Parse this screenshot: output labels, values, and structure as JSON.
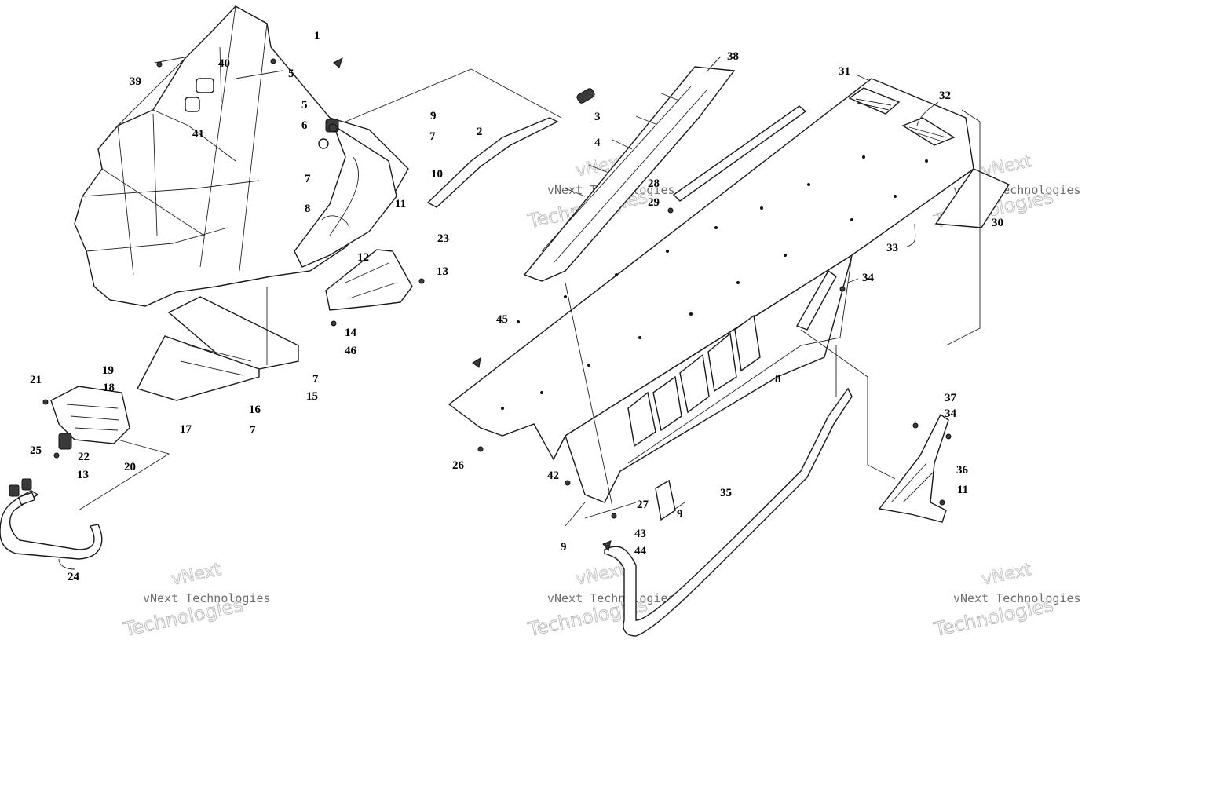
{
  "diagram": {
    "callouts": [
      {
        "id": "c1",
        "label": "1"
      },
      {
        "id": "c2",
        "label": "2"
      },
      {
        "id": "c3",
        "label": "3"
      },
      {
        "id": "c4",
        "label": "4"
      },
      {
        "id": "c5a",
        "label": "5"
      },
      {
        "id": "c5b",
        "label": "5"
      },
      {
        "id": "c6",
        "label": "6"
      },
      {
        "id": "c7a",
        "label": "7"
      },
      {
        "id": "c7b",
        "label": "7"
      },
      {
        "id": "c7c",
        "label": "7"
      },
      {
        "id": "c7d",
        "label": "7"
      },
      {
        "id": "c8a",
        "label": "8"
      },
      {
        "id": "c8b",
        "label": "8"
      },
      {
        "id": "c9a",
        "label": "9"
      },
      {
        "id": "c9b",
        "label": "9"
      },
      {
        "id": "c9c",
        "label": "9"
      },
      {
        "id": "c10",
        "label": "10"
      },
      {
        "id": "c11a",
        "label": "11"
      },
      {
        "id": "c11b",
        "label": "11"
      },
      {
        "id": "c12",
        "label": "12"
      },
      {
        "id": "c13a",
        "label": "13"
      },
      {
        "id": "c13b",
        "label": "13"
      },
      {
        "id": "c14",
        "label": "14"
      },
      {
        "id": "c15",
        "label": "15"
      },
      {
        "id": "c16",
        "label": "16"
      },
      {
        "id": "c17",
        "label": "17"
      },
      {
        "id": "c18",
        "label": "18"
      },
      {
        "id": "c19",
        "label": "19"
      },
      {
        "id": "c20",
        "label": "20"
      },
      {
        "id": "c21",
        "label": "21"
      },
      {
        "id": "c22",
        "label": "22"
      },
      {
        "id": "c23",
        "label": "23"
      },
      {
        "id": "c24",
        "label": "24"
      },
      {
        "id": "c25",
        "label": "25"
      },
      {
        "id": "c26",
        "label": "26"
      },
      {
        "id": "c27",
        "label": "27"
      },
      {
        "id": "c28",
        "label": "28"
      },
      {
        "id": "c29",
        "label": "29"
      },
      {
        "id": "c30",
        "label": "30"
      },
      {
        "id": "c31",
        "label": "31"
      },
      {
        "id": "c32",
        "label": "32"
      },
      {
        "id": "c33",
        "label": "33"
      },
      {
        "id": "c34a",
        "label": "34"
      },
      {
        "id": "c34b",
        "label": "34"
      },
      {
        "id": "c35",
        "label": "35"
      },
      {
        "id": "c36",
        "label": "36"
      },
      {
        "id": "c37",
        "label": "37"
      },
      {
        "id": "c38",
        "label": "38"
      },
      {
        "id": "c39",
        "label": "39"
      },
      {
        "id": "c40",
        "label": "40"
      },
      {
        "id": "c41",
        "label": "41"
      },
      {
        "id": "c42",
        "label": "42"
      },
      {
        "id": "c43",
        "label": "43"
      },
      {
        "id": "c44",
        "label": "44"
      },
      {
        "id": "c45",
        "label": "45"
      },
      {
        "id": "c46",
        "label": "46"
      }
    ],
    "watermark": {
      "line0": "vNext",
      "line1": "vNext Technologies",
      "line2": "Technologies"
    }
  }
}
